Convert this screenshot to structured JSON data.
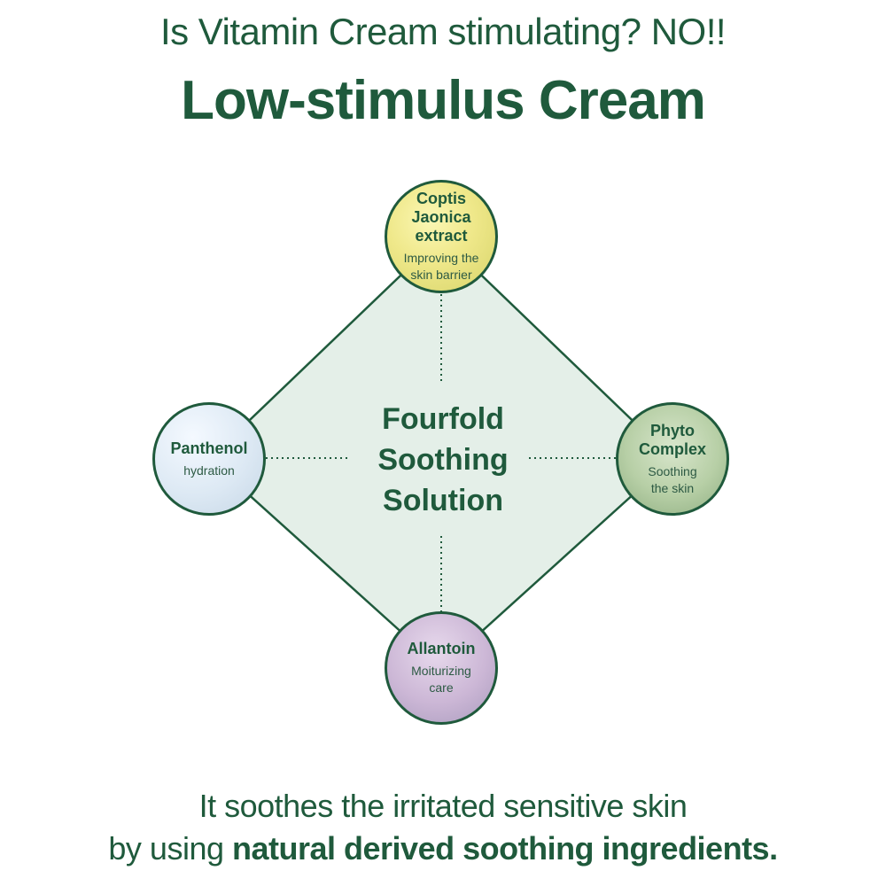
{
  "header": {
    "subtitle": "Is Vitamin Cream stimulating? NO!!",
    "title": "Low-stimulus Cream"
  },
  "diagram": {
    "center": [
      "Fourfold",
      "Soothing",
      "Solution"
    ],
    "nodes": {
      "top": {
        "name": [
          "Coptis",
          "Jaonica",
          "extract"
        ],
        "desc": [
          "Improving the",
          "skin barrier"
        ]
      },
      "left": {
        "name": [
          "Panthenol"
        ],
        "desc": [
          "hydration"
        ]
      },
      "right": {
        "name": [
          "Phyto",
          "Complex"
        ],
        "desc": [
          "Soothing",
          "the skin"
        ]
      },
      "bottom": {
        "name": [
          "Allantoin"
        ],
        "desc": [
          "Moiturizing",
          "care"
        ]
      }
    }
  },
  "footer": {
    "line1": "It soothes the irritated sensitive skin",
    "line2_prefix": "by using ",
    "line2_bold": "natural derived soothing ingredients."
  },
  "colors": {
    "primary_green": "#1f5a3c",
    "diamond_fill": "#e4efe8"
  }
}
